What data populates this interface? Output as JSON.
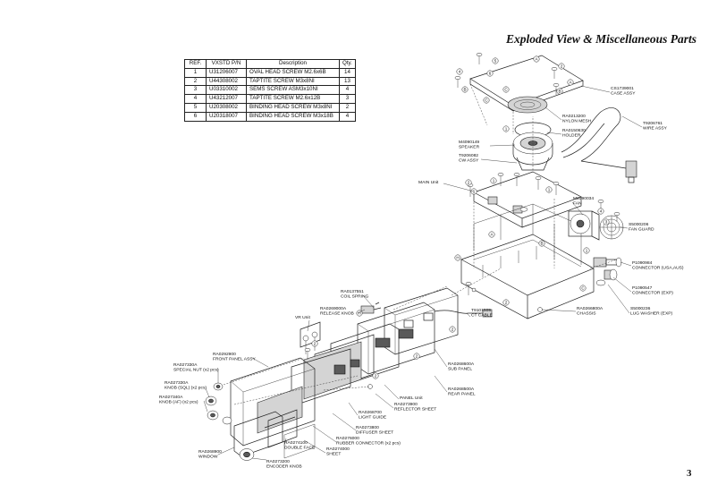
{
  "page": {
    "title": "Exploded View & Miscellaneous Parts",
    "page_number": "3"
  },
  "parts_table": {
    "headers": [
      "REF.",
      "VXSTD P/N",
      "Description",
      "Qty."
    ],
    "rows": [
      [
        "1",
        "U31206007",
        "OVAL HEAD SCREW M2.6x6B",
        "14"
      ],
      [
        "2",
        "U44308002",
        "TAPTITE SCREW M3x8NI",
        "13"
      ],
      [
        "3",
        "U03310002",
        "SEMS SCREW ASM3x10NI",
        "4"
      ],
      [
        "4",
        "U43212007",
        "TAPTITE SCREW M2.6x12B",
        "3"
      ],
      [
        "5",
        "U20308002",
        "BINDING HEAD SCREW M3x8NI",
        "2"
      ],
      [
        "6",
        "U20318007",
        "BINDING HEAD SCREW M3x18B",
        "4"
      ]
    ]
  },
  "diagram": {
    "labels": [
      {
        "id": "cs1739001",
        "text": [
          "CS1739001",
          "CASE ASSY"
        ]
      },
      {
        "id": "t9206761",
        "text": [
          "T9206761",
          "WIRE ASSY"
        ]
      },
      {
        "id": "ra0213200",
        "text": [
          "RA0213200",
          "NYLON MESH"
        ]
      },
      {
        "id": "ra0150630",
        "text": [
          "RA0150630",
          "HOLDER"
        ]
      },
      {
        "id": "m4090149",
        "text": [
          "M4090149",
          "SPEAKER"
        ]
      },
      {
        "id": "t9206082",
        "text": [
          "T9206082",
          "CW ASSY"
        ]
      },
      {
        "id": "main-unit",
        "text": [
          "MAIN Unit"
        ]
      },
      {
        "id": "m2090034",
        "text": [
          "M2090034",
          "FAN"
        ]
      },
      {
        "id": "s5000206",
        "text": [
          "S5000206",
          "FAN GUARD"
        ]
      },
      {
        "id": "p1090984",
        "text": [
          "P1090984",
          "CONNECTOR (USA,AUS)"
        ]
      },
      {
        "id": "p1090547",
        "text": [
          "P1090547",
          "CONNECTOR (EXP)"
        ]
      },
      {
        "id": "s5000236",
        "text": [
          "S5000236",
          "LUG WASHER (EXP)"
        ]
      },
      {
        "id": "ra0266800a",
        "text": [
          "RA0266800A",
          "CHASSIS"
        ]
      },
      {
        "id": "t9101509",
        "text": [
          "T9101509",
          "CT CABLE"
        ]
      },
      {
        "id": "ra0137551",
        "text": [
          "RA0137551",
          "COIL SPRING"
        ]
      },
      {
        "id": "ra0269000a",
        "text": [
          "RA0269000A",
          "RELEASE KNOB"
        ]
      },
      {
        "id": "vr-unit",
        "text": [
          "VR Unit"
        ]
      },
      {
        "id": "ra0292900",
        "text": [
          "RA0292900",
          "FRONT PANEL ASSY"
        ]
      },
      {
        "id": "ra0268600a",
        "text": [
          "RA0268600A",
          "SUB PANEL"
        ]
      },
      {
        "id": "ra0268500a",
        "text": [
          "RA0268500A",
          "REAR PANEL"
        ]
      },
      {
        "id": "ra027330a-nut",
        "text": [
          "RA027330A",
          "SPECIAL NUT (x2 pcs)"
        ]
      },
      {
        "id": "ra027330a-knob",
        "text": [
          "RA027330A",
          "KNOB (SQL) (x2 pcs)"
        ]
      },
      {
        "id": "ra027340a",
        "text": [
          "RA027340A",
          "KNOB (AF) (x2 pcs)"
        ]
      },
      {
        "id": "panel-unit",
        "text": [
          "PANEL Unit"
        ]
      },
      {
        "id": "ra0273900",
        "text": [
          "RA0273900",
          "REFLECTOR SHEET"
        ]
      },
      {
        "id": "ra0268700",
        "text": [
          "RA0268700",
          "LIGHT GUIDE"
        ]
      },
      {
        "id": "ra0273800",
        "text": [
          "RA0273800",
          "DIFFUSER SHEET"
        ]
      },
      {
        "id": "ra0276000",
        "text": [
          "RA0276000",
          "RUBBER CONNECTOR (x2 pcs)"
        ]
      },
      {
        "id": "ra0274000",
        "text": [
          "RA0274000",
          "SHEET"
        ]
      },
      {
        "id": "ra0274100",
        "text": [
          "RA0274100",
          "DOUBLE FACE"
        ]
      },
      {
        "id": "ra0268900",
        "text": [
          "RA0268900",
          "WINDOW"
        ]
      },
      {
        "id": "ra0273200",
        "text": [
          "RA0273200",
          "ENCODER KNOB"
        ]
      }
    ]
  }
}
